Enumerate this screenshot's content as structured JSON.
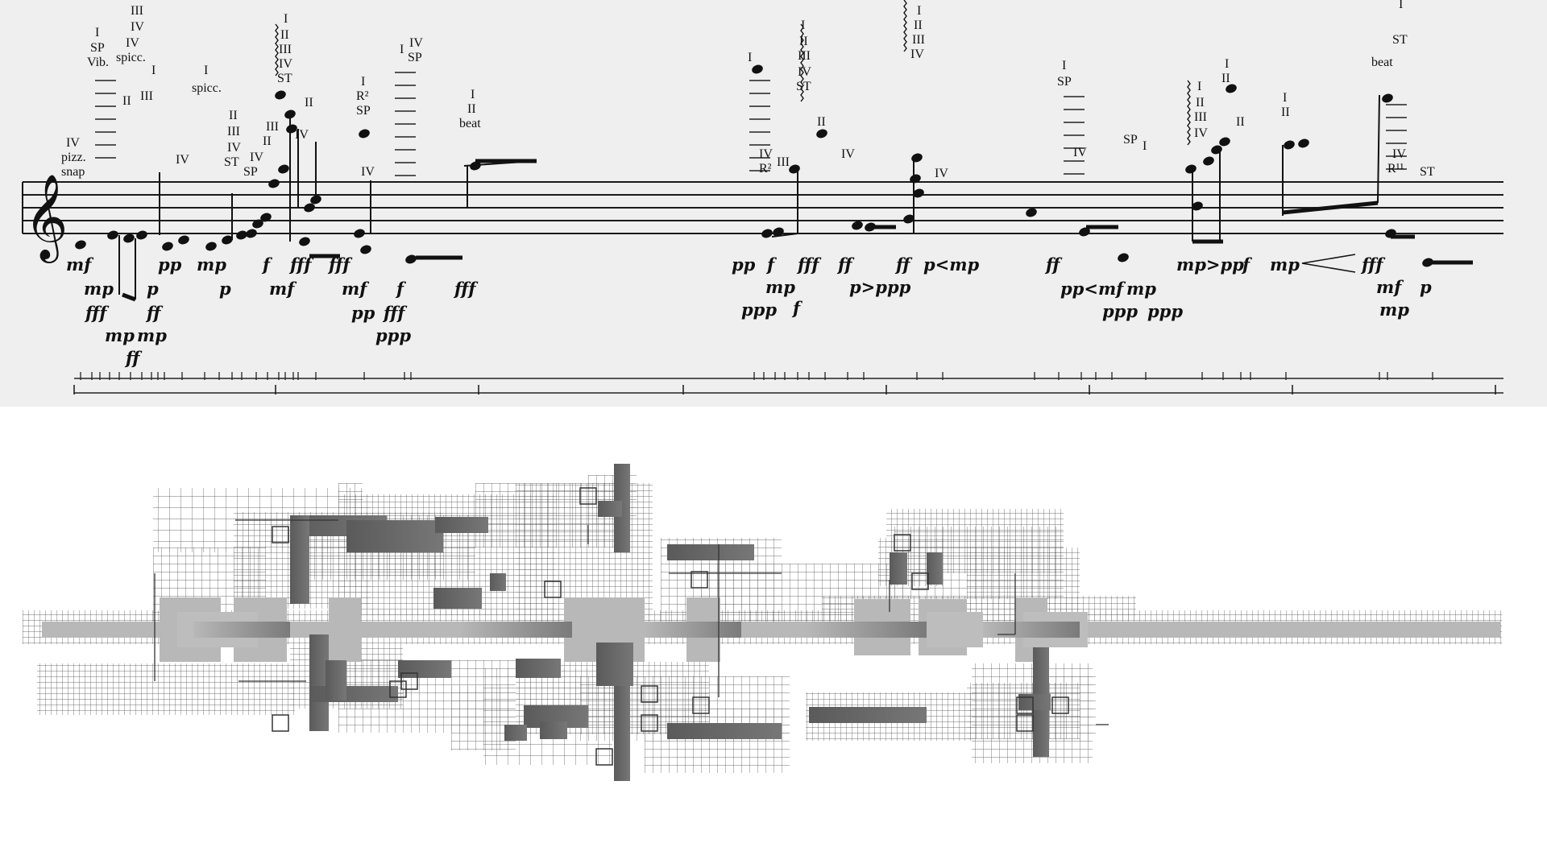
{
  "score": {
    "colors": {
      "paper": "#efefef",
      "ink": "#161616"
    },
    "annotations": [
      {
        "id": "a1",
        "text": "III"
      },
      {
        "id": "a2",
        "text": "IV"
      },
      {
        "id": "a3",
        "text": "I"
      },
      {
        "id": "a4",
        "text": "SP"
      },
      {
        "id": "a5",
        "text": "IV"
      },
      {
        "id": "a6",
        "text": "Vib."
      },
      {
        "id": "a7",
        "text": "spicc."
      },
      {
        "id": "a8",
        "text": "I"
      },
      {
        "id": "a9",
        "text": "III"
      },
      {
        "id": "a10",
        "text": "II"
      },
      {
        "id": "a11",
        "text": "IV"
      },
      {
        "id": "a12",
        "text": "pizz."
      },
      {
        "id": "a13",
        "text": "snap"
      },
      {
        "id": "a14",
        "text": "IV"
      },
      {
        "id": "a15",
        "text": "I"
      },
      {
        "id": "a16",
        "text": "spicc."
      },
      {
        "id": "a17",
        "text": "II"
      },
      {
        "id": "a18",
        "text": "III"
      },
      {
        "id": "a19",
        "text": "IV"
      },
      {
        "id": "a20",
        "text": "ST"
      },
      {
        "id": "a21",
        "text": "IV"
      },
      {
        "id": "a22",
        "text": "SP"
      },
      {
        "id": "a23",
        "text": "I"
      },
      {
        "id": "a24",
        "text": "II"
      },
      {
        "id": "a25",
        "text": "III"
      },
      {
        "id": "a26",
        "text": "IV"
      },
      {
        "id": "a27",
        "text": "ST"
      },
      {
        "id": "a28",
        "text": "II"
      },
      {
        "id": "a29",
        "text": "III"
      },
      {
        "id": "a30",
        "text": "II"
      },
      {
        "id": "a31",
        "text": "IV"
      },
      {
        "id": "a32",
        "text": "I"
      },
      {
        "id": "a33",
        "text": "R²"
      },
      {
        "id": "a34",
        "text": "SP"
      },
      {
        "id": "a35",
        "text": "IV"
      },
      {
        "id": "a36",
        "text": "I"
      },
      {
        "id": "a37",
        "text": "IV"
      },
      {
        "id": "a38",
        "text": "SP"
      },
      {
        "id": "a39",
        "text": "I"
      },
      {
        "id": "a40",
        "text": "II"
      },
      {
        "id": "a41",
        "text": "beat"
      },
      {
        "id": "a42",
        "text": "I"
      },
      {
        "id": "a43",
        "text": "I"
      },
      {
        "id": "a44",
        "text": "II"
      },
      {
        "id": "a45",
        "text": "III"
      },
      {
        "id": "a46",
        "text": "IV"
      },
      {
        "id": "a47",
        "text": "ST"
      },
      {
        "id": "a48",
        "text": "II"
      },
      {
        "id": "a49",
        "text": "IV"
      },
      {
        "id": "a50",
        "text": "R²"
      },
      {
        "id": "a51",
        "text": "III"
      },
      {
        "id": "a52",
        "text": "IV"
      },
      {
        "id": "a53",
        "text": "I"
      },
      {
        "id": "a54",
        "text": "II"
      },
      {
        "id": "a55",
        "text": "III"
      },
      {
        "id": "a56",
        "text": "IV"
      },
      {
        "id": "a57",
        "text": "IV"
      },
      {
        "id": "a58",
        "text": "I"
      },
      {
        "id": "a59",
        "text": "SP"
      },
      {
        "id": "a60",
        "text": "IV"
      },
      {
        "id": "a61",
        "text": "SP"
      },
      {
        "id": "a62",
        "text": "I"
      },
      {
        "id": "a63",
        "text": "I"
      },
      {
        "id": "a64",
        "text": "II"
      },
      {
        "id": "a65",
        "text": "III"
      },
      {
        "id": "a66",
        "text": "IV"
      },
      {
        "id": "a67",
        "text": "I"
      },
      {
        "id": "a68",
        "text": "II"
      },
      {
        "id": "a69",
        "text": "II"
      },
      {
        "id": "a70",
        "text": "I"
      },
      {
        "id": "a71",
        "text": "II"
      },
      {
        "id": "a72",
        "text": "I"
      },
      {
        "id": "a73",
        "text": "ST"
      },
      {
        "id": "a74",
        "text": "beat"
      },
      {
        "id": "a75",
        "text": "IV"
      },
      {
        "id": "a76",
        "text": "R¹¹"
      },
      {
        "id": "a77",
        "text": "ST"
      }
    ],
    "dynamics": [
      {
        "id": "d1",
        "text": "mf"
      },
      {
        "id": "d2",
        "text": "pp"
      },
      {
        "id": "d3",
        "text": "mp"
      },
      {
        "id": "d4",
        "text": "f"
      },
      {
        "id": "d5",
        "text": "fff"
      },
      {
        "id": "d6",
        "text": "fff"
      },
      {
        "id": "d7",
        "text": "mf"
      },
      {
        "id": "d8",
        "text": "f"
      },
      {
        "id": "d9",
        "text": "fff"
      },
      {
        "id": "d10",
        "text": "mp"
      },
      {
        "id": "d11",
        "text": "p"
      },
      {
        "id": "d12",
        "text": "p"
      },
      {
        "id": "d13",
        "text": "mf"
      },
      {
        "id": "d14",
        "text": "fff"
      },
      {
        "id": "d15",
        "text": "ff"
      },
      {
        "id": "d16",
        "text": "pp"
      },
      {
        "id": "d17",
        "text": "fff"
      },
      {
        "id": "d18",
        "text": "mp"
      },
      {
        "id": "d19",
        "text": "mp"
      },
      {
        "id": "d20",
        "text": "ppp"
      },
      {
        "id": "d21",
        "text": "ff"
      },
      {
        "id": "d22",
        "text": "pp"
      },
      {
        "id": "d23",
        "text": "f"
      },
      {
        "id": "d24",
        "text": "fff"
      },
      {
        "id": "d25",
        "text": "ff"
      },
      {
        "id": "d26",
        "text": "ff"
      },
      {
        "id": "d27",
        "text": "p<mp"
      },
      {
        "id": "d28",
        "text": "mp"
      },
      {
        "id": "d29",
        "text": "ppp"
      },
      {
        "id": "d30",
        "text": "f"
      },
      {
        "id": "d31",
        "text": "p>ppp"
      },
      {
        "id": "d32",
        "text": "ff"
      },
      {
        "id": "d33",
        "text": "pp<mf"
      },
      {
        "id": "d34",
        "text": "mp"
      },
      {
        "id": "d35",
        "text": "ppp"
      },
      {
        "id": "d36",
        "text": "ppp"
      },
      {
        "id": "d37",
        "text": "mp>pp"
      },
      {
        "id": "d38",
        "text": "f"
      },
      {
        "id": "d39",
        "text": "mp"
      },
      {
        "id": "d40",
        "text": "fff"
      },
      {
        "id": "d41",
        "text": "mf"
      },
      {
        "id": "d42",
        "text": "p"
      },
      {
        "id": "d43",
        "text": "mp"
      }
    ]
  },
  "graphic": {
    "colors": {
      "grid": "#444444",
      "dark": "#5a5a5a",
      "light": "#b8b8b8",
      "bg": "#ffffff"
    }
  }
}
